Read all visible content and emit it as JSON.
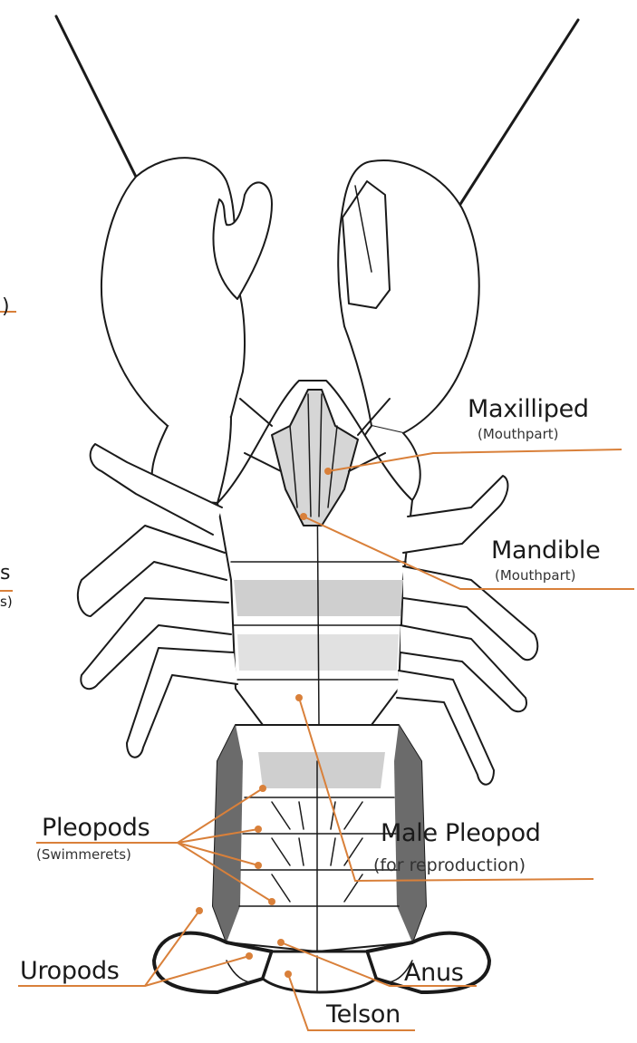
{
  "labels": {
    "maxilliped": {
      "name": "Maxilliped",
      "note": "(Mouthpart)"
    },
    "mandible": {
      "name": "Mandible",
      "note": "(Mouthpart)"
    },
    "pleopods": {
      "name": "Pleopods",
      "note": "(Swimmerets)"
    },
    "male_pleopod": {
      "name": "Male Pleopod",
      "note": "(for reproduction)"
    },
    "uropods": {
      "name": "Uropods"
    },
    "anus": {
      "name": "Anus"
    },
    "telson": {
      "name": "Telson"
    }
  },
  "cut_off": {
    "left_top": ")",
    "left_mid": "s",
    "left_mid_sub": "s)"
  },
  "colors": {
    "outline": "#1a1a1a",
    "shade": "#cfcfcf",
    "dark_shade": "#6b6b6b",
    "leader": "#d9803a"
  }
}
